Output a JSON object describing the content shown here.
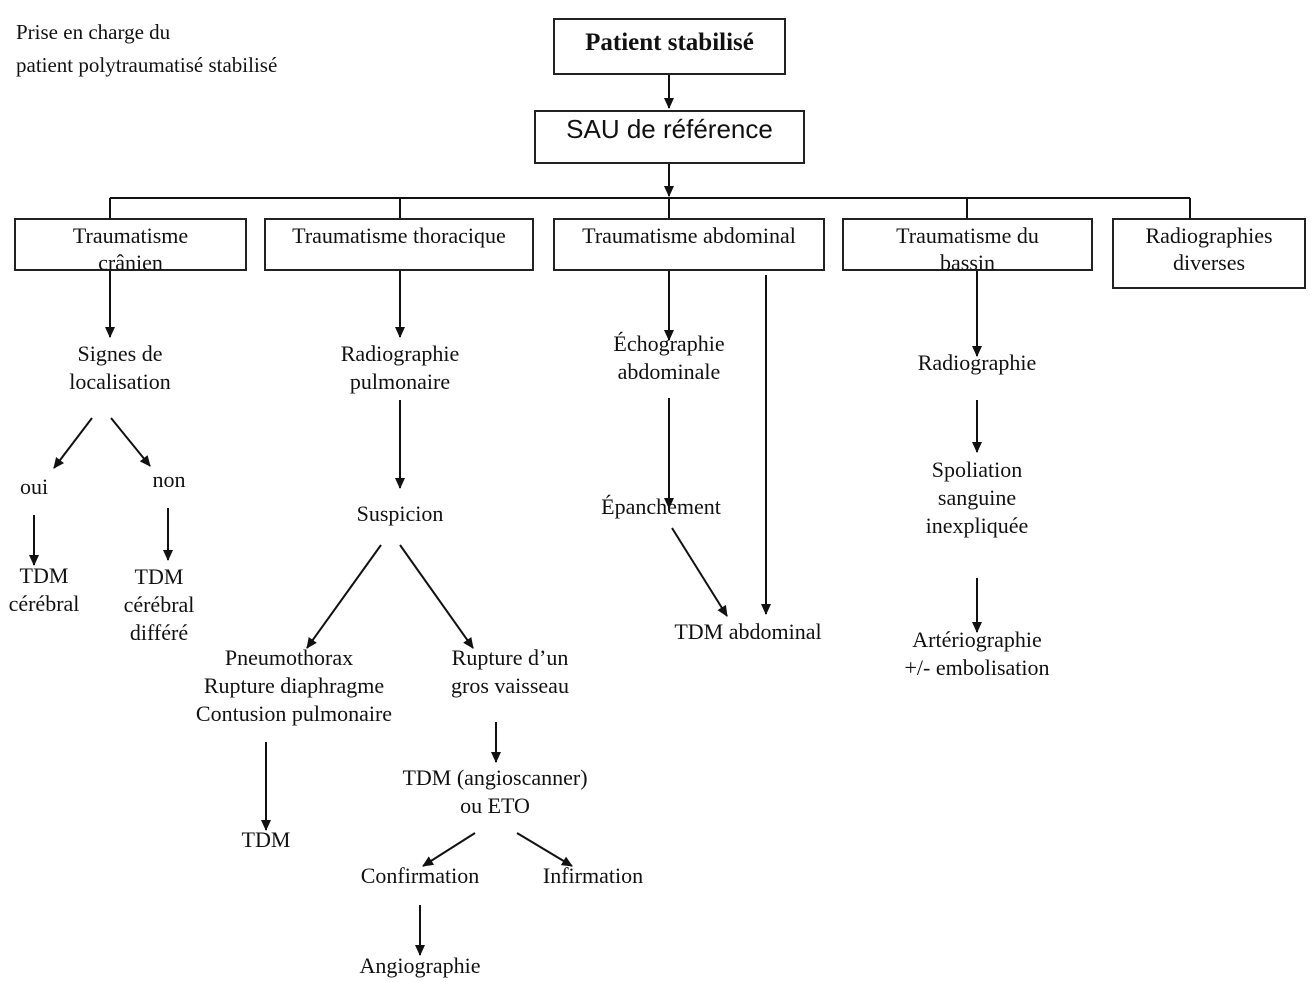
{
  "header": {
    "caption_line1": "Prise en charge du",
    "caption_line2": "patient polytraumatisé stabilisé"
  },
  "root": {
    "label": "Patient stabilisé"
  },
  "sau": {
    "label": "SAU de référence"
  },
  "categories": {
    "cranien": {
      "line1": "Traumatisme",
      "line2": "crânien"
    },
    "thoracique": {
      "line1": "Traumatisme thoracique"
    },
    "abdominal": {
      "line1": "Traumatisme abdominal"
    },
    "bassin": {
      "line1": "Traumatisme du",
      "line2": "bassin"
    },
    "radiographies": {
      "line1": "Radiographies",
      "line2": "diverses"
    }
  },
  "cranien_branch": {
    "signes_line1": "Signes de",
    "signes_line2": "localisation",
    "oui": "oui",
    "non": "non",
    "tdm_oui_line1": "TDM",
    "tdm_oui_line2": "cérébral",
    "tdm_non_line1": "TDM",
    "tdm_non_line2": "cérébral",
    "tdm_non_line3": "différé"
  },
  "thoracique_branch": {
    "radio_line1": "Radiographie",
    "radio_line2": "pulmonaire",
    "suspicion": "Suspicion",
    "lesions_line1": "Pneumothorax",
    "lesions_line2": "Rupture diaphragme",
    "lesions_line3": "Contusion pulmonaire",
    "rupture_line1": "Rupture d’un",
    "rupture_line2": "gros vaisseau",
    "tdm": "TDM",
    "angio_line1": "TDM (angioscanner)",
    "angio_line2": "ou ETO",
    "confirmation": "Confirmation",
    "infirmation": "Infirmation",
    "angiographie": "Angiographie"
  },
  "abdominal_branch": {
    "echo_line1": "Échographie",
    "echo_line2": "abdominale",
    "epanchement": "Épanchement",
    "tdm_abdominal": "TDM abdominal"
  },
  "bassin_branch": {
    "radiographie": "Radiographie",
    "spoliation_line1": "Spoliation",
    "spoliation_line2": "sanguine",
    "spoliation_line3": "inexpliquée",
    "arterio_line1": "Artériographie",
    "arterio_line2": "+/- embolisation"
  }
}
